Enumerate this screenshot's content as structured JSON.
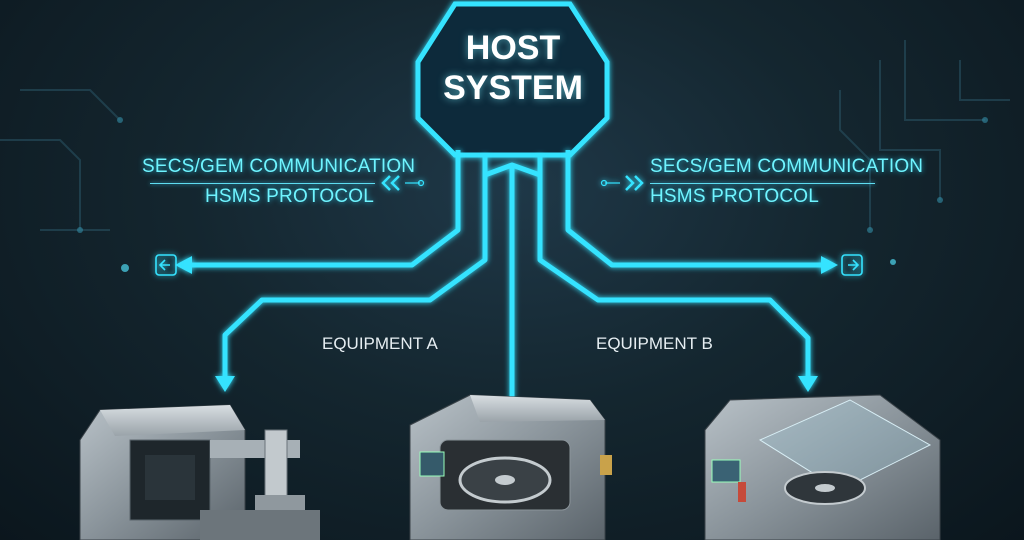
{
  "host": {
    "line1": "HOST",
    "line2": "SYSTEM"
  },
  "left_link": {
    "title": "SECS/GEM COMMUNICATION",
    "subtitle": "HSMS PROTOCOL"
  },
  "right_link": {
    "title": "SECS/GEM COMMUNICATION",
    "subtitle": "HSMS PROTOCOL"
  },
  "equipment": {
    "a_label": "EQUIPMENT A",
    "b_label": "EQUIPMENT B"
  },
  "colors": {
    "link_glow": "#35e3ff",
    "text_glow": "#6ff4ff",
    "background": "#14262f"
  }
}
